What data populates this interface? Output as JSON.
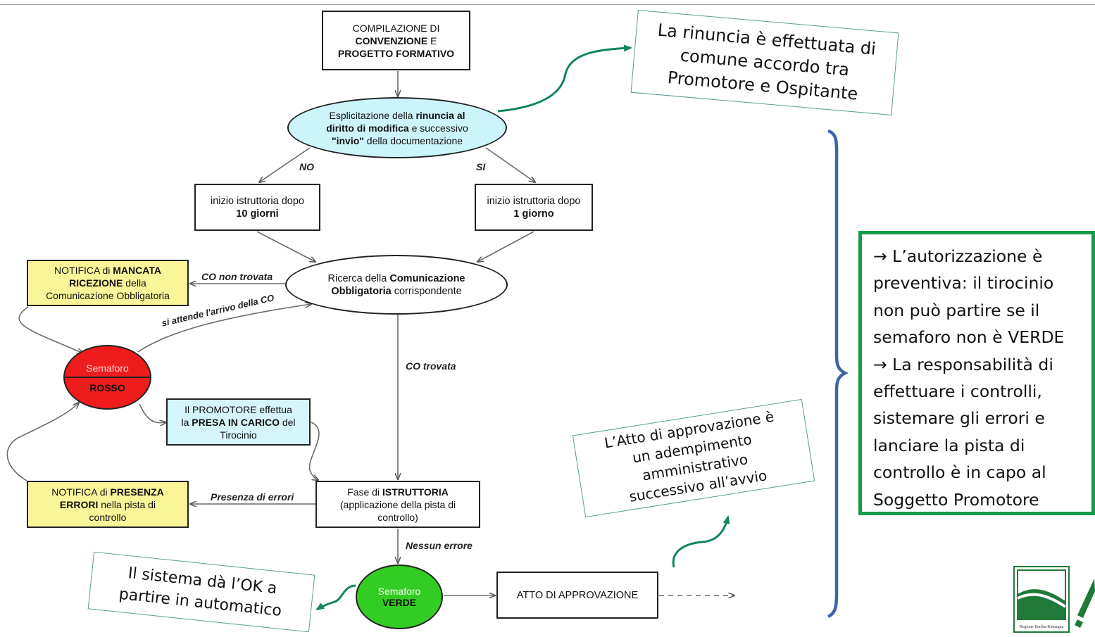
{
  "nodes": {
    "compilazione": {
      "l1": "COMPILAZIONE DI",
      "l2": "CONVENZIONE",
      "l2b": " E",
      "l3": "PROGETTO FORMATIVO"
    },
    "rinuncia": {
      "l1a": "Esplicitazione della ",
      "l1b": "rinuncia al",
      "l2a": "diritto di modifica",
      "l2b": " e successivo",
      "l3a": "\"invio\"",
      "l3b": " della documentazione"
    },
    "istr10": {
      "l1": "inizio istruttoria dopo",
      "l2": "10 giorni"
    },
    "istr1": {
      "l1": "inizio istruttoria dopo",
      "l2": "1 giorno"
    },
    "ricerca": {
      "l1a": "Ricerca della ",
      "l1b": "Comunicazione",
      "l2a": "Obbligatoria",
      "l2b": " corrispondente"
    },
    "notifica_mancata": {
      "l1a": "NOTIFICA di ",
      "l1b": "MANCATA",
      "l2a": "RICEZIONE",
      "l2b": " della",
      "l3": "Comunicazione Obbligatoria"
    },
    "semaforo_rosso": {
      "top": "Semaforo",
      "bottom": "ROSSO"
    },
    "presa_carico": {
      "l1": "Il PROMOTORE effettua",
      "l2a": "la ",
      "l2b": "PRESA IN CARICO",
      "l2c": " del",
      "l3": "Tirocinio"
    },
    "notifica_errori": {
      "l1a": "NOTIFICA di ",
      "l1b": "PRESENZA",
      "l2a": "ERRORI",
      "l2b": " nella pista di",
      "l3": "controllo"
    },
    "istruttoria": {
      "l1a": "Fase di ",
      "l1b": "ISTRUTTORIA",
      "l2": "(applicazione della pista di",
      "l3": "controllo)"
    },
    "semaforo_verde": {
      "top": "Semaforo",
      "bottom": "VERDE"
    },
    "atto": {
      "label": "ATTO DI APPROVAZIONE"
    }
  },
  "edge_labels": {
    "no": "NO",
    "si": "SI",
    "co_non_trovata": "CO non trovata",
    "si_attende": "si attende l'arrivo della CO",
    "co_trovata": "CO trovata",
    "presenza_errori": "Presenza di errori",
    "nessun_errore": "Nessun errore"
  },
  "callouts": {
    "rinuncia_note": {
      "l1": "La rinuncia è effettuata di",
      "l2": "comune accordo tra",
      "l3": "Promotore e Ospitante"
    },
    "atto_note": {
      "l1": "L’Atto di approvazione è",
      "l2": "un adempimento",
      "l3": "amministrativo",
      "l4": "successivo all’avvio"
    },
    "ok_note": {
      "l1": "Il sistema dà l’OK a",
      "l2": "partire in automatico"
    }
  },
  "sidebox": {
    "arrow": "→",
    "l1a": " L’",
    "l1b": "autorizzazione",
    "l1c": " è",
    "l2a": "preventiva",
    "l2b": ": il tirocinio",
    "l3": "non può partire se il",
    "l4": "semaforo non è VERDE",
    "l5a": " La ",
    "l5b": "responsabilità",
    "l5c": " di",
    "l6": "effettuare i controlli,",
    "l7": "sistemare gli errori e",
    "l8": "lanciare la pista di",
    "l9": "controllo è in capo al",
    "l10": "Soggetto Promotore"
  },
  "logo": {
    "caption": "Regione Emilia-Romagna"
  },
  "colors": {
    "teal_arrow": "#11855a",
    "brace": "#3d66a7",
    "sidebox_border": "#159a48",
    "callout_border": "#5a9c95"
  }
}
